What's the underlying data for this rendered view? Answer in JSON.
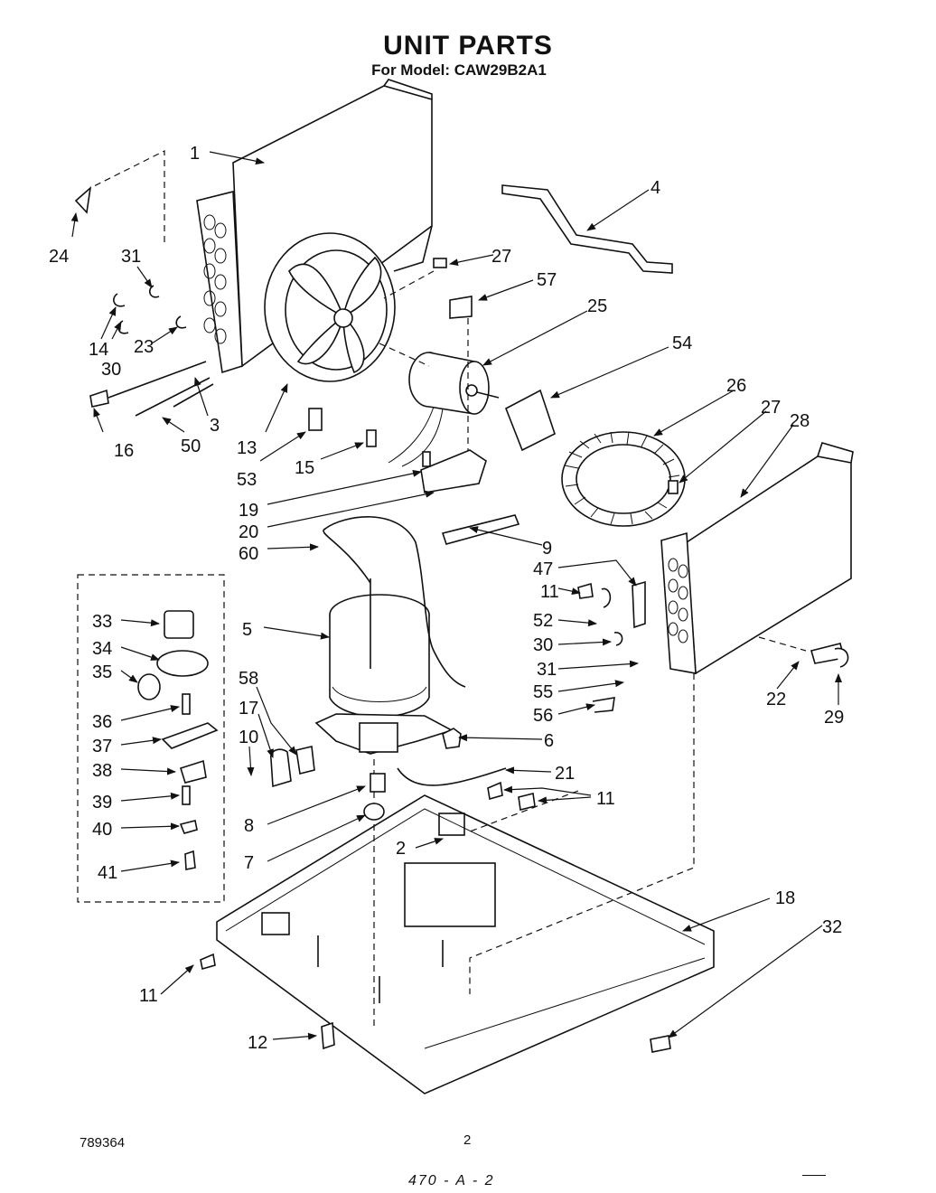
{
  "header": {
    "title": "UNIT PARTS",
    "model_line": "For Model: CAW29B2A1"
  },
  "footer": {
    "code": "789364",
    "page_number": "2",
    "handwritten": "470 - A - 2"
  },
  "callouts": {
    "c1": "1",
    "c2": "2",
    "c3": "3",
    "c4": "4",
    "c5": "5",
    "c6": "6",
    "c7": "7",
    "c8": "8",
    "c9": "9",
    "c10": "10",
    "c11a": "11",
    "c11b": "11",
    "c11c": "11",
    "c12": "12",
    "c13": "13",
    "c14": "14",
    "c15": "15",
    "c16": "16",
    "c17": "17",
    "c18": "18",
    "c19": "19",
    "c20": "20",
    "c21": "21",
    "c22": "22",
    "c23": "23",
    "c24": "24",
    "c25": "25",
    "c26": "26",
    "c27a": "27",
    "c27b": "27",
    "c28": "28",
    "c29": "29",
    "c30a": "30",
    "c30b": "30",
    "c31a": "31",
    "c31b": "31",
    "c32": "32",
    "c33": "33",
    "c34": "34",
    "c35": "35",
    "c36": "36",
    "c37": "37",
    "c38": "38",
    "c39": "39",
    "c40": "40",
    "c41": "41",
    "c47": "47",
    "c50": "50",
    "c52": "52",
    "c53": "53",
    "c54": "54",
    "c55": "55",
    "c56": "56",
    "c57": "57",
    "c58": "58",
    "c60": "60"
  }
}
